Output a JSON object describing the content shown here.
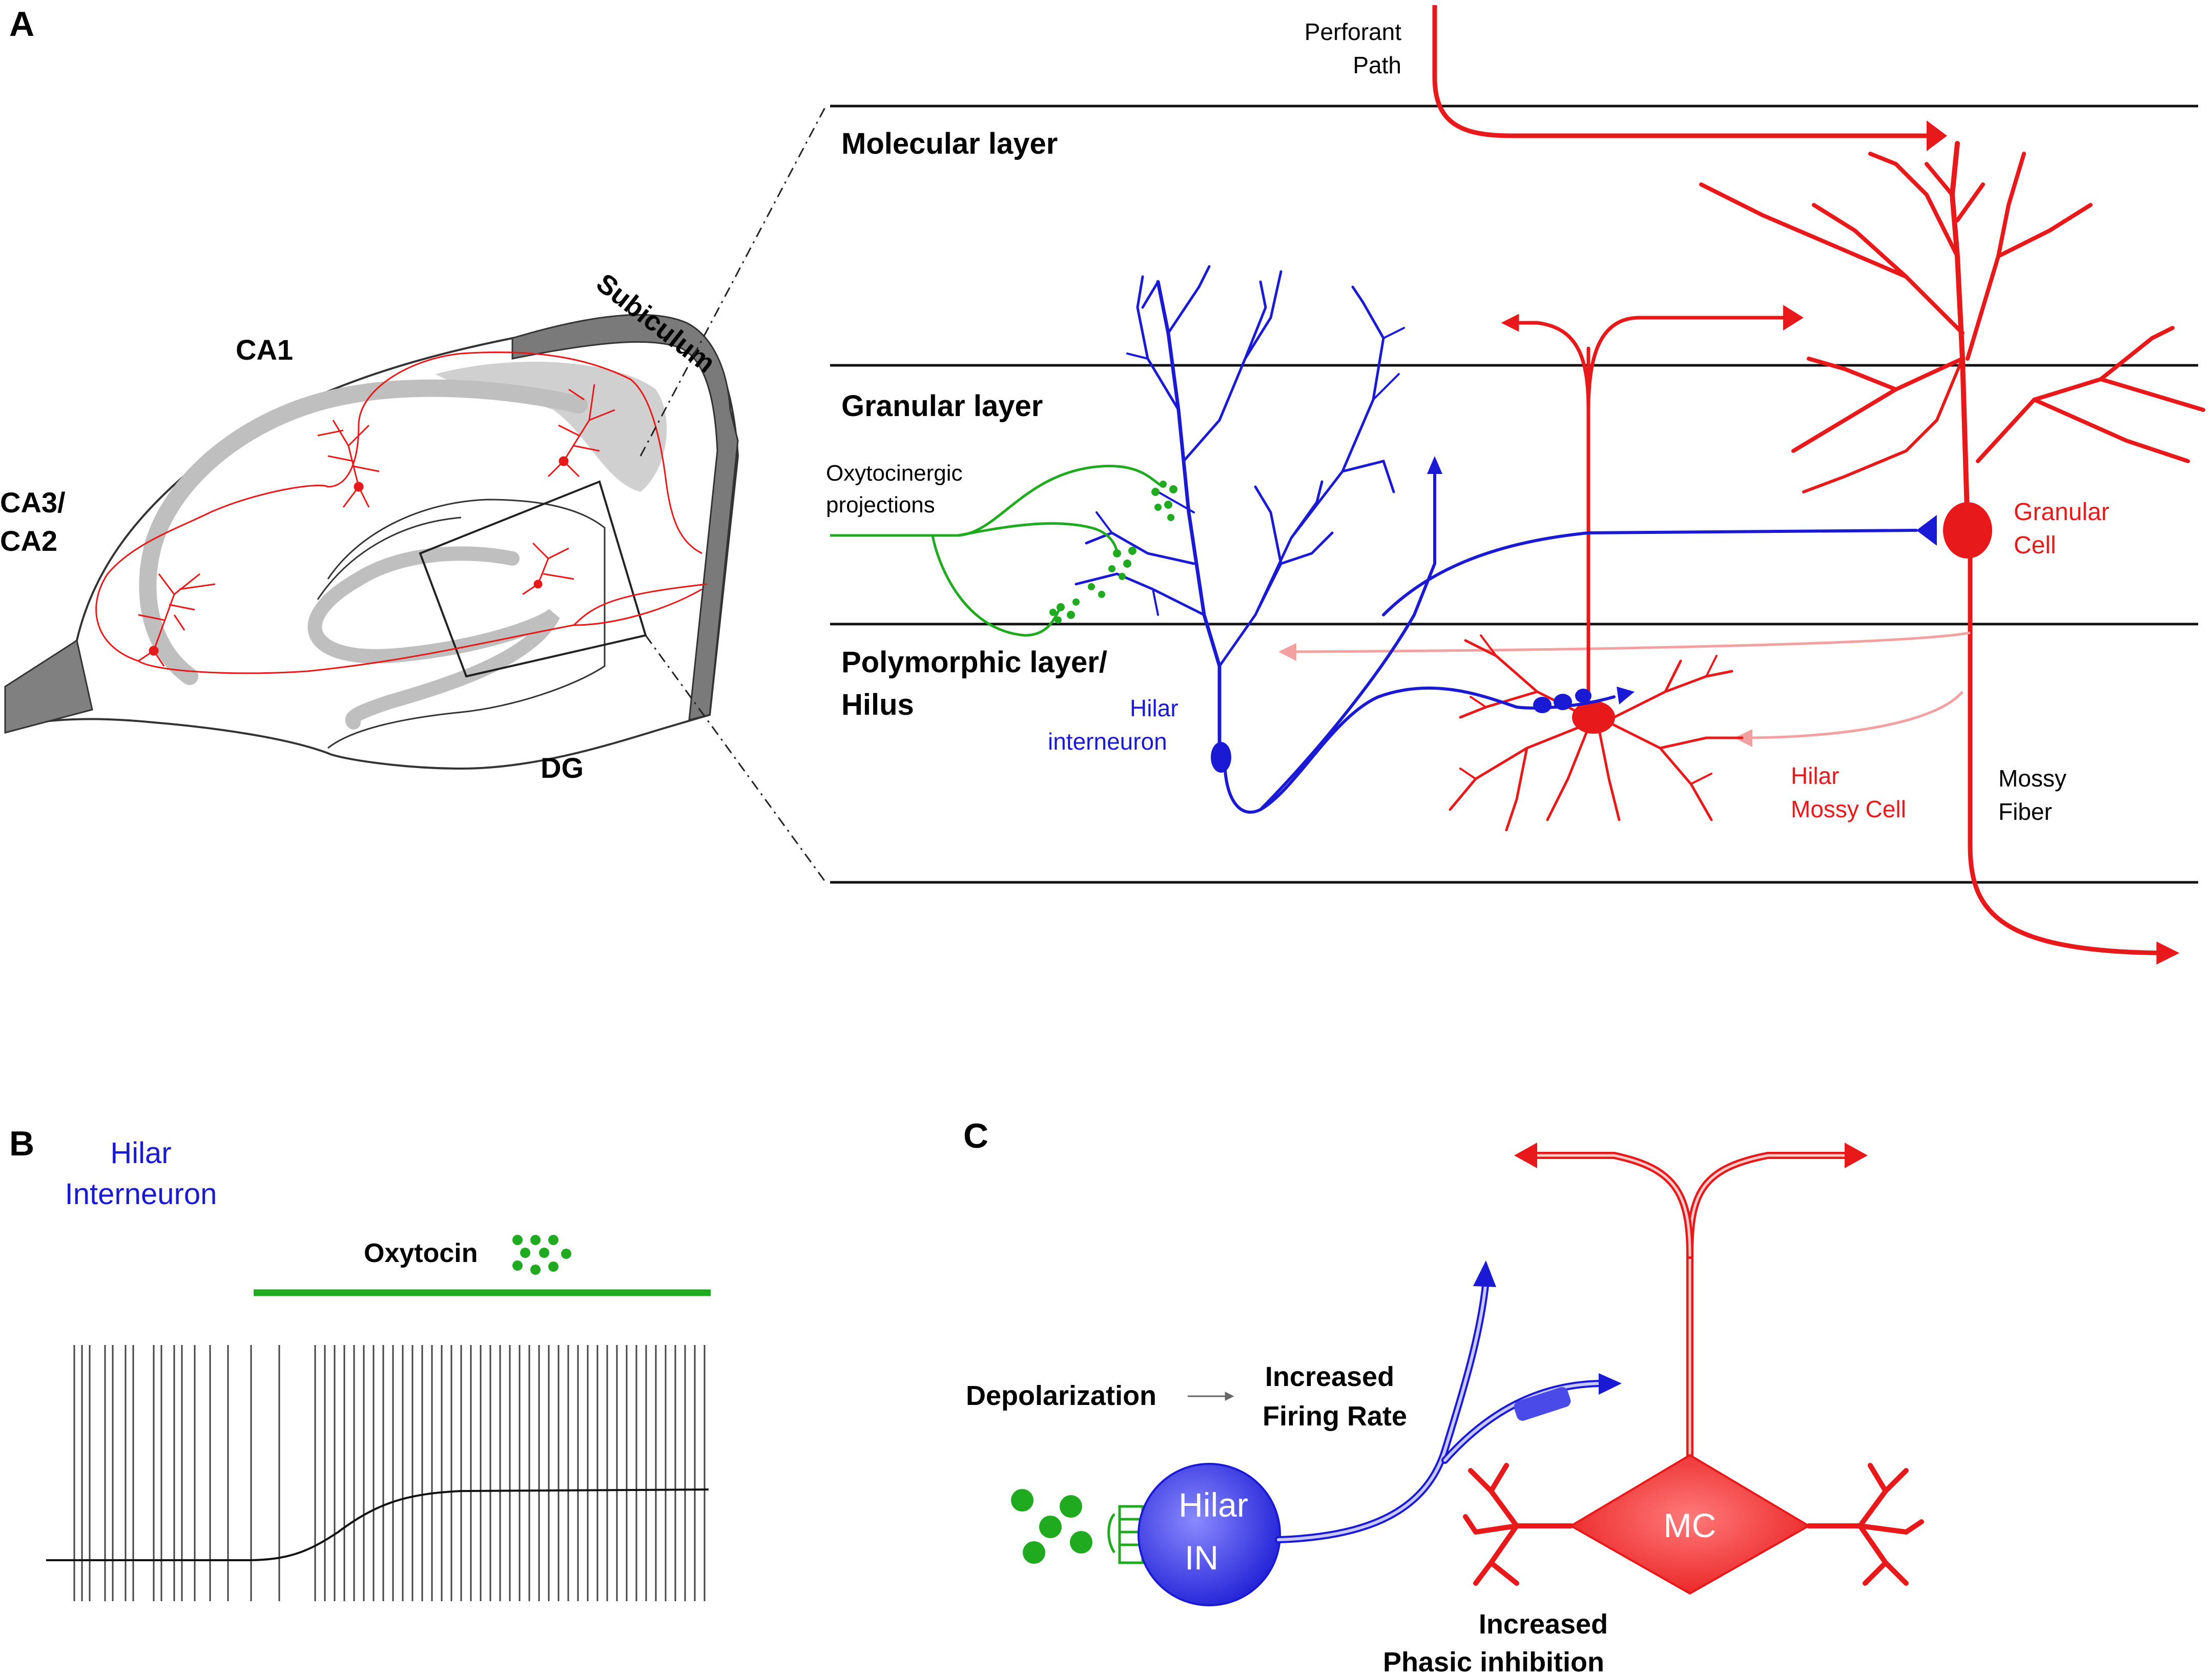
{
  "panel_labels": {
    "a": "A",
    "b": "B",
    "c": "C"
  },
  "panel_a": {
    "regions": {
      "ca1": "CA1",
      "subiculum": "Subiculum",
      "ca3_line1": "CA3/",
      "ca3_line2": "CA2",
      "dg": "DG"
    },
    "layers": {
      "molecular": "Molecular layer",
      "granular": "Granular layer",
      "polymorphic_line1": "Polymorphic layer/",
      "polymorphic_line2": "Hilus"
    },
    "labels": {
      "perforant_line1": "Perforant",
      "perforant_line2": "Path",
      "oxy_line1": "Oxytocinergic",
      "oxy_line2": "projections",
      "granular_cell_line1": "Granular",
      "granular_cell_line2": "Cell",
      "hilar_in_line1": "Hilar",
      "hilar_in_line2": "interneuron",
      "mossy_cell_line1": "Hilar",
      "mossy_cell_line2": "Mossy Cell",
      "mossy_fiber_line1": "Mossy",
      "mossy_fiber_line2": "Fiber"
    }
  },
  "panel_b": {
    "title_line1": "Hilar",
    "title_line2": "Interneuron",
    "oxytocin_label": "Oxytocin"
  },
  "panel_c": {
    "depolarization": "Depolarization",
    "increased_line1": "Increased",
    "increased_line2": "Firing Rate",
    "hilar_line1": "Hilar",
    "hilar_line2": "IN",
    "mc": "MC",
    "phasic_line1": "Increased",
    "phasic_line2": "Phasic inhibition"
  },
  "colors": {
    "red": "#e8191a",
    "blue": "#1a1ad4",
    "green": "#1faa1f",
    "light_red": "#f2a0a0",
    "gray": "#b8b8b8",
    "dark_gray": "#808080"
  }
}
